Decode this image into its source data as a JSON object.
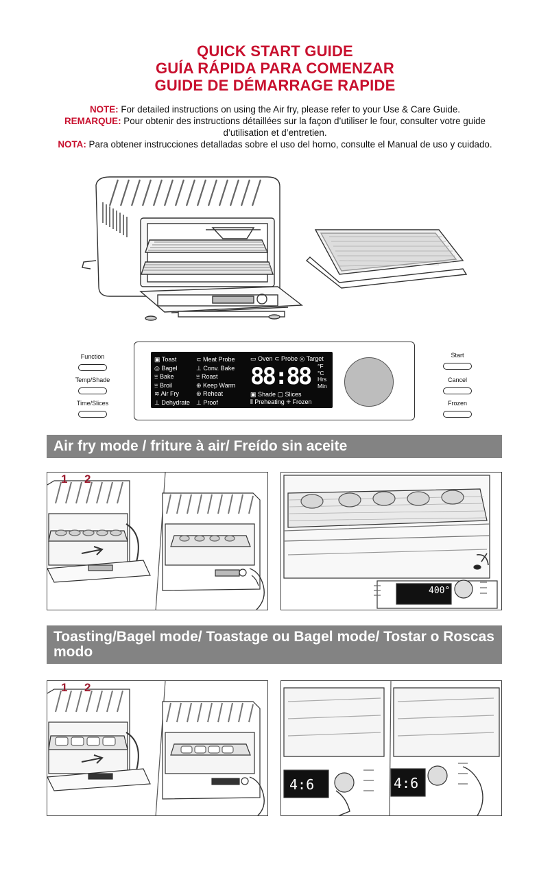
{
  "titles": {
    "en": "QUICK START GUIDE",
    "es": "GUÍA RÁPIDA PARA COMENZAR",
    "fr": "GUIDE DE DÉMARRAGE RAPIDE"
  },
  "notes": [
    {
      "label": "NOTE:",
      "text": " For detailed instructions on using the Air fry, please refer to your Use & Care Guide."
    },
    {
      "label": "REMARQUE:",
      "text": " Pour obtenir des instructions détaillées sur la façon d’utiliser le four, consulter votre guide d’utilisation et d’entretien."
    },
    {
      "label": "NOTA:",
      "text": " Para obtener instrucciones detalladas sobre el uso del horno, consulte el Manual de uso y cuidado."
    }
  ],
  "control_panel": {
    "left_buttons": [
      "Function",
      "Temp/Shade",
      "Time/Slices"
    ],
    "right_buttons": [
      "Start",
      "Cancel",
      "Frozen"
    ],
    "functions_col1": [
      "▣ Toast",
      "◎ Bagel",
      "⩸ Bake",
      "⩸ Broil",
      "≋ Air Fry",
      "⊥ Dehydrate"
    ],
    "functions_col2": [
      "⊂ Meat Probe",
      "⊥ Conv. Bake",
      "⩸ Roast",
      "⊕ Keep Warm",
      "⊛ Reheat",
      "⊥ Proof"
    ],
    "status_top": "▭ Oven  ⊂ Probe  ◎ Target",
    "digits": "88:88",
    "units": [
      "°F",
      "°C",
      "Hrs",
      "Min"
    ],
    "status_bottom_1": "▣ Shade   ▢ Slices",
    "status_bottom_2": "⫴ Preheating  ✳ Frozen"
  },
  "sections": {
    "air_fry": "Air fry mode / friture à air/ Freído sin aceite",
    "toast": "Toasting/Bagel mode/ Toastage ou Bagel mode/ Tostar o Roscas modo"
  },
  "steps": {
    "one": "1",
    "two": "2"
  },
  "airfry_display": "400°",
  "toast_display": "4:6",
  "colors": {
    "accent_red": "#c8102e",
    "section_gray": "#838383",
    "step_red": "#9c1b2e"
  }
}
